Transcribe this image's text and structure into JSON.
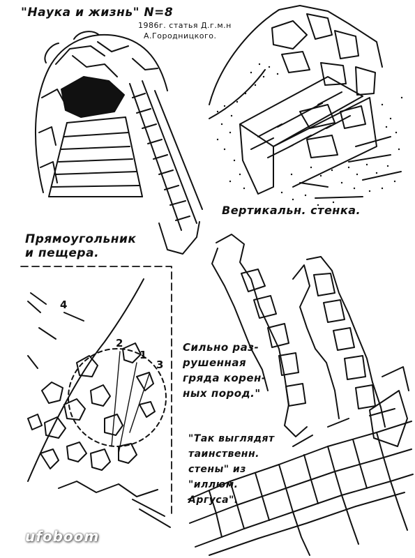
{
  "source": {
    "title": "\"Наука и жизнь\" N=8",
    "year_line": "1986г. статья Д.г.м.н",
    "author_line": "А.Городницкого."
  },
  "captions": {
    "rect_cave": [
      "Прямоугольник",
      "и пещера."
    ],
    "vertical_wall": "Вертикальн. стенка.",
    "ruined_ridge": [
      "Сильно раз-",
      "рушенная",
      "гряда корен-",
      "ных пород.\""
    ],
    "mysterious_walls": [
      "\"Так выглядят",
      "таинственн.",
      "стены\" из",
      "\"иллюм.",
      "Аргуса\"."
    ]
  },
  "map_labels": [
    "1",
    "2",
    "3",
    "4"
  ],
  "watermark": "ufoboom"
}
